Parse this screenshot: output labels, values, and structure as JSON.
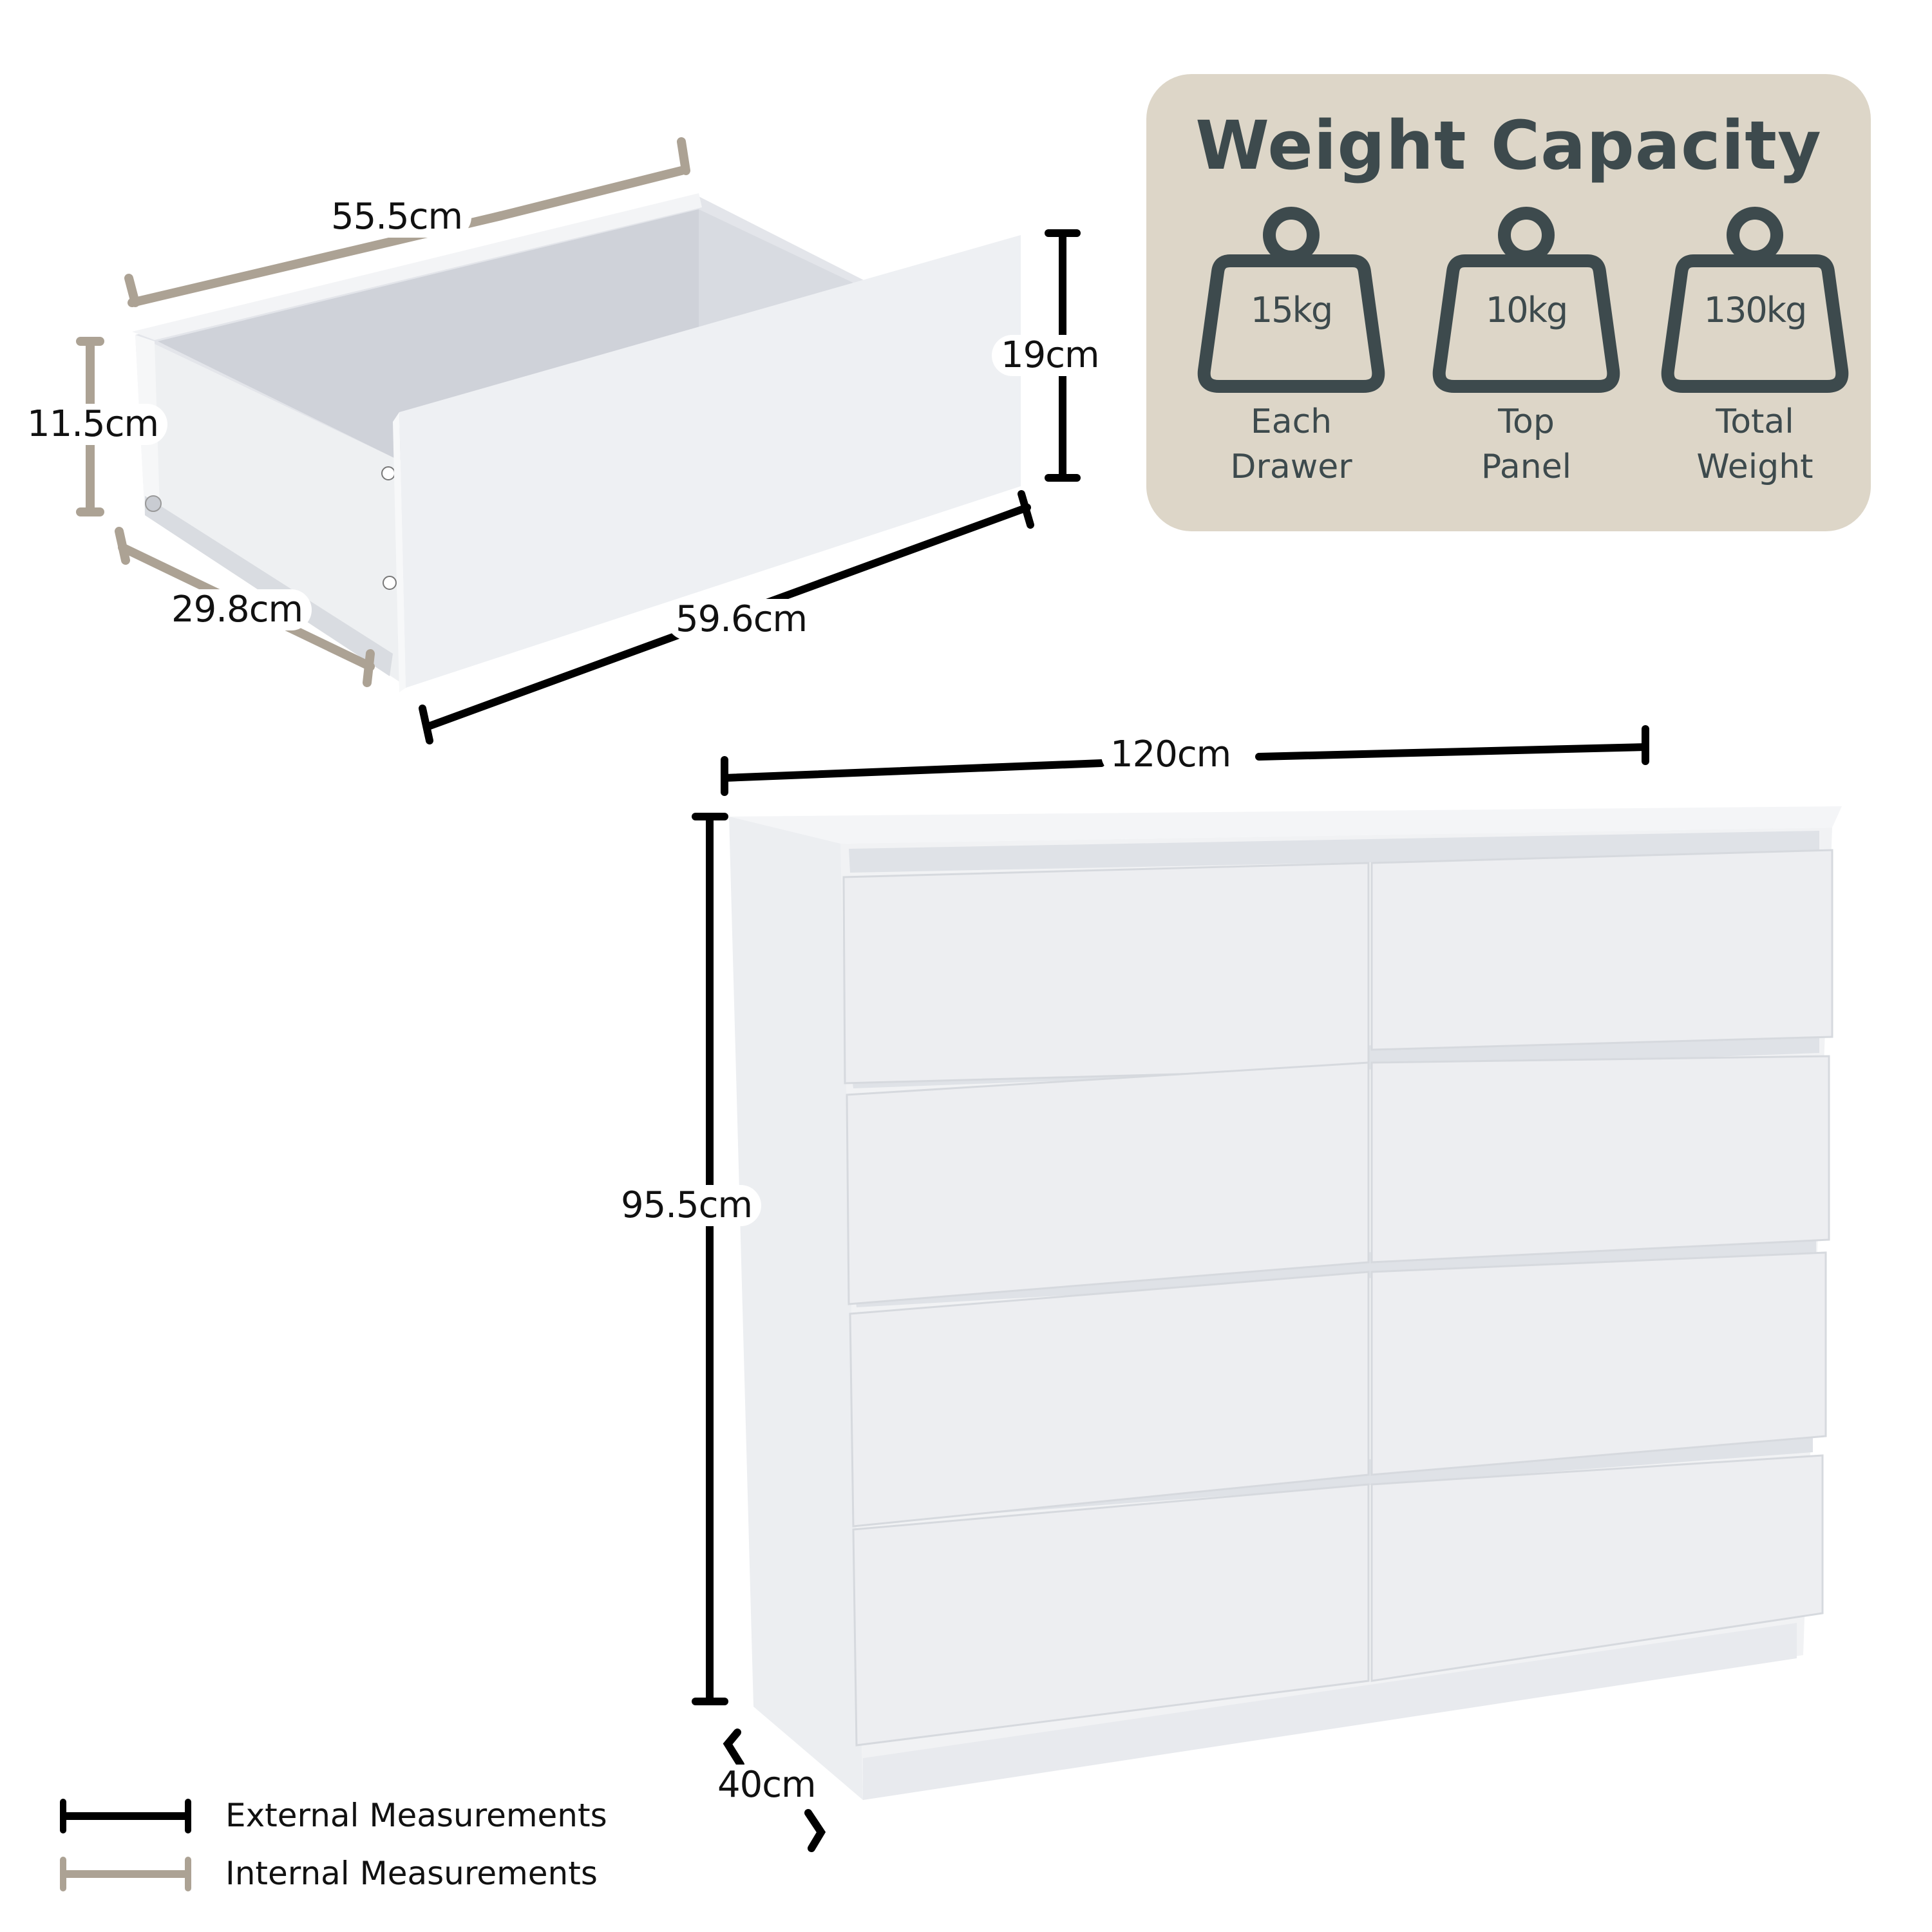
{
  "drawer": {
    "internal_width": "55.5cm",
    "internal_height": "11.5cm",
    "internal_depth": "29.8cm",
    "external_height": "19cm",
    "external_width": "59.6cm"
  },
  "chest": {
    "width": "120cm",
    "height": "95.5cm",
    "depth": "40cm",
    "drawer_count": 8,
    "layout": "2 columns x 4 rows"
  },
  "weight_capacity": {
    "title": "Weight Capacity",
    "items": [
      {
        "value": "15kg",
        "caption_line1": "Each",
        "caption_line2": "Drawer"
      },
      {
        "value": "10kg",
        "caption_line1": "Top",
        "caption_line2": "Panel"
      },
      {
        "value": "130kg",
        "caption_line1": "Total",
        "caption_line2": "Weight"
      }
    ],
    "panel_color": "#ddd6c8",
    "icon_color": "#3d4a4d"
  },
  "legend": {
    "items": [
      {
        "label": "External Measurements",
        "color": "#000000"
      },
      {
        "label": "Internal Measurements",
        "color": "#aca294"
      }
    ]
  }
}
